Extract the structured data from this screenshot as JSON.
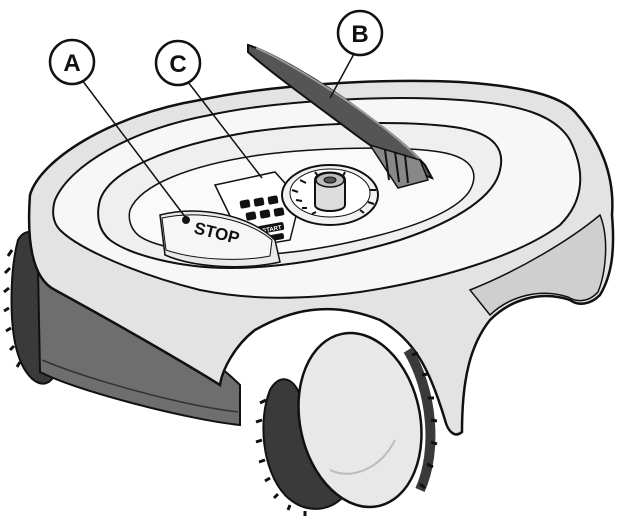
{
  "callouts": {
    "a": {
      "letter": "A"
    },
    "b": {
      "letter": "B"
    },
    "c": {
      "letter": "C"
    }
  },
  "panel": {
    "stop_label": "STOP",
    "start_label": "START"
  },
  "colors": {
    "outline": "#111111",
    "body_light": "#f7f7f7",
    "body_mid": "#e3e3e3",
    "body_shade": "#cfcfcf",
    "chassis_dark": "#6e6e6e",
    "tire": "#3a3a3a",
    "lid": "#555555"
  }
}
